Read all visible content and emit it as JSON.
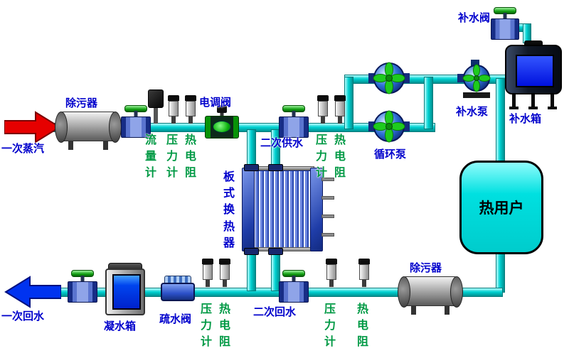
{
  "labels": {
    "primary_steam": "一次蒸汽",
    "primary_return": "一次回水",
    "strainer": "除污器",
    "electric_control_valve": "电调阀",
    "secondary_supply": "二次供水",
    "secondary_return": "二次回水",
    "plate_heat_exchanger": "板式换热器",
    "heat_user": "热用户",
    "circulating_pump": "循环泵",
    "makeup_pump": "补水泵",
    "makeup_valve": "补水阀",
    "makeup_tank": "补水箱",
    "condensate_tank": "凝水箱",
    "steam_trap": "疏水阀",
    "flow_meter": "流量计",
    "pressure_gauge": "压力计",
    "rtd": "热电阻"
  },
  "colors": {
    "pipe": "#00c8c8",
    "steam_arrow": "#e60000",
    "return_arrow": "#0033f0",
    "equipment_label": "#0000cc",
    "instrument_label": "#009944",
    "heat_user_fill": "#00e0e0"
  }
}
